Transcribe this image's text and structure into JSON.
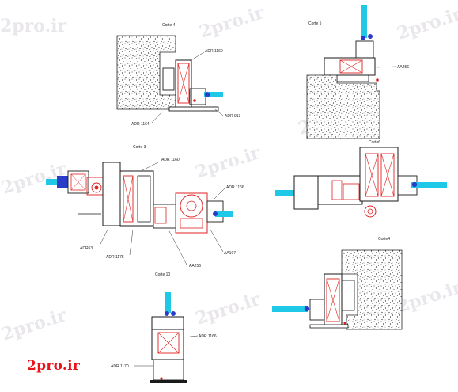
{
  "watermark": "2pro.ir",
  "brand": "2pro.ir",
  "sections": {
    "corte4_top": {
      "title": "Corte 4",
      "labels": [
        "ADR 1160",
        "ADR 1164",
        "ADR 913"
      ]
    },
    "corte5": {
      "title": "Corte 5",
      "labels": [
        "AA256"
      ]
    },
    "corte3": {
      "title": "Corte 3",
      "labels": [
        "ADR 1160",
        "ADR 1166",
        "ADR63",
        "ADR 1175",
        "AA256",
        "AA107"
      ]
    },
    "corte6": {
      "title": "Corte6"
    },
    "corte4_bottom": {
      "title": "Corte4"
    },
    "corte10": {
      "title": "Corte 10",
      "labels": [
        "ADR 1166",
        "ADR 1170"
      ]
    }
  },
  "colors": {
    "glass": "#1ec8e6",
    "profile": "#1a1a1a",
    "thermal_break": "#e02020",
    "gasket": "#2a3cc8",
    "concrete": "#222222",
    "watermark": "#e9e6ec",
    "brand": "#e8141b"
  }
}
